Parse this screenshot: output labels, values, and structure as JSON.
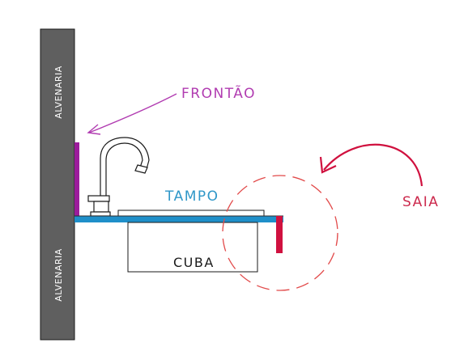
{
  "labels": {
    "wall_top": "ALVENARIA",
    "wall_bottom": "ALVENARIA",
    "fronton": "FRONTÃO",
    "countertop": "TAMPO",
    "basin": "CUBA",
    "skirt": "SAIA"
  },
  "colors": {
    "wall": "#5f5f5f",
    "wall_text": "#ffffff",
    "fronton": "#9b1c9b",
    "fronton_label": "#b13cb1",
    "countertop": "#1f8fc9",
    "countertop_label": "#2f97c8",
    "skirt": "#d0113f",
    "skirt_label": "#cc2a4d",
    "detail_circle": "#e24a4a",
    "lines": "#1a1a1a"
  }
}
